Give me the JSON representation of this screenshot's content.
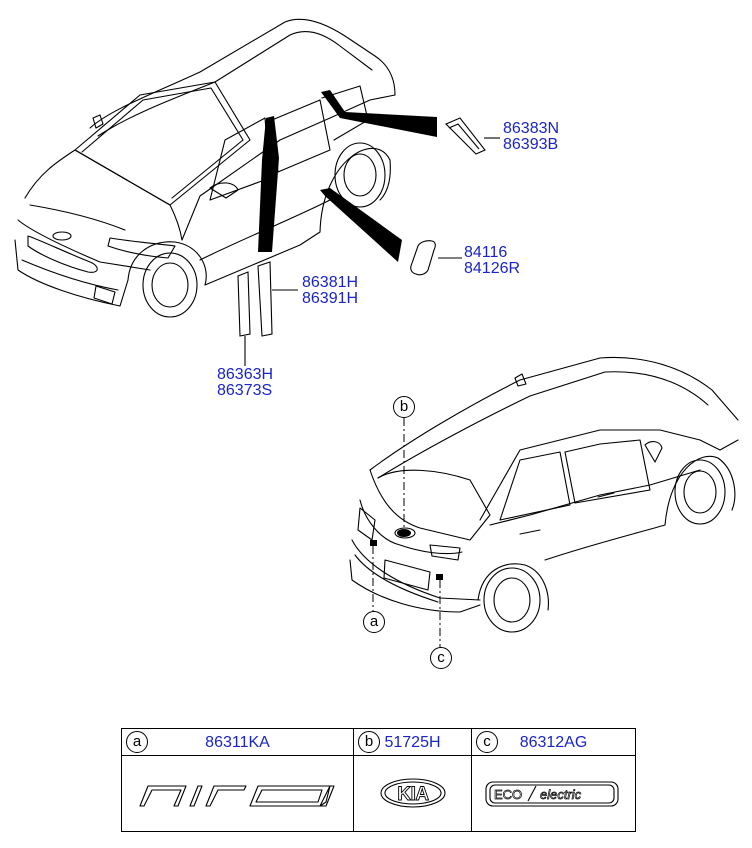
{
  "parts": {
    "fender_garnish": [
      "86383N",
      "86393B"
    ],
    "side_badge": [
      "84116",
      "84126R"
    ],
    "frame_tape_upper": [
      "86381H",
      "86391H"
    ],
    "frame_tape_lower": [
      "86363H",
      "86373S"
    ]
  },
  "callouts": {
    "a": "a",
    "b": "b",
    "c": "c"
  },
  "emblem_table": {
    "columns": [
      {
        "ref": "a",
        "part_no": "86311KA",
        "emblem": "niro"
      },
      {
        "ref": "b",
        "part_no": "51725H",
        "emblem": "KIA"
      },
      {
        "ref": "c",
        "part_no": "86312AG",
        "emblem": "ECO electric"
      }
    ]
  },
  "colors": {
    "part_number": "#1a24c8",
    "line": "#000000"
  }
}
